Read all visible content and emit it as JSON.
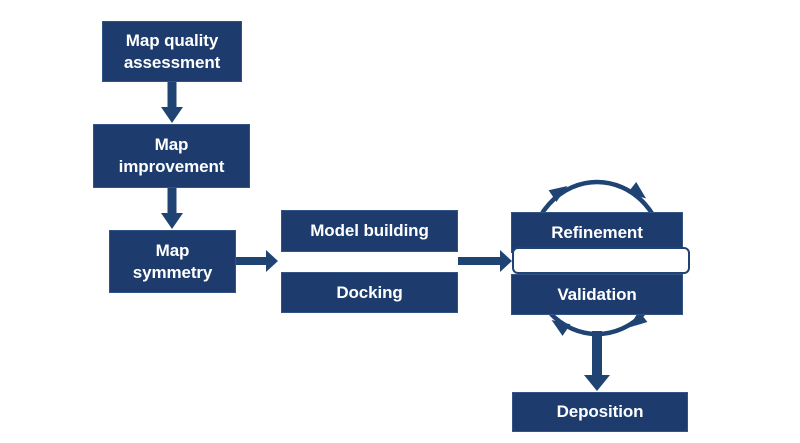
{
  "colors": {
    "background": "#ffffff",
    "box_fill": "#1d3c6d",
    "arrow_color": "#1f4474",
    "text_color": "#ffffff"
  },
  "nodes": [
    {
      "id": "map-quality-assessment",
      "label": "Map quality assessment"
    },
    {
      "id": "map-improvement",
      "label": "Map improvement"
    },
    {
      "id": "map-symmetry",
      "label": "Map symmetry"
    },
    {
      "id": "model-building",
      "label": "Model building"
    },
    {
      "id": "docking",
      "label": "Docking"
    },
    {
      "id": "refinement",
      "label": "Refinement"
    },
    {
      "id": "validation",
      "label": "Validation"
    },
    {
      "id": "deposition",
      "label": "Deposition"
    }
  ],
  "edges": [
    {
      "from": "map-quality-assessment",
      "to": "map-improvement"
    },
    {
      "from": "map-improvement",
      "to": "map-symmetry"
    },
    {
      "from": "map-symmetry",
      "to": "model-building|docking"
    },
    {
      "from": "model-building|docking",
      "to": "refinement|validation"
    },
    {
      "from": "refinement|validation",
      "to": "deposition"
    }
  ],
  "cycle": {
    "around": [
      "refinement",
      "validation"
    ],
    "direction": "clockwise",
    "arrowhead_count": 4
  }
}
